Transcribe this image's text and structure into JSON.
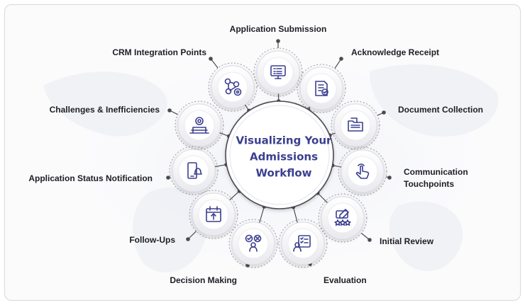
{
  "diagram": {
    "title": "Visualizing Your\nAdmissions\nWorkflow",
    "colors": {
      "accent": "#3b3f8f",
      "node_ring": "#cfcfd6",
      "line": "#4a4a52",
      "label": "#1e1e24"
    },
    "nodes": [
      {
        "label": "Application Submission",
        "icon": "monitor-checklist-icon"
      },
      {
        "label": "Acknowledge Receipt",
        "icon": "document-check-icon"
      },
      {
        "label": "Document Collection",
        "icon": "file-folder-icon"
      },
      {
        "label": "Communication\nTouchpoints",
        "icon": "touch-tap-icon"
      },
      {
        "label": "Initial Review",
        "icon": "rating-stars-icon"
      },
      {
        "label": "Evaluation",
        "icon": "presentation-checklist-icon"
      },
      {
        "label": "Decision Making",
        "icon": "decision-person-icon"
      },
      {
        "label": "Follow-Ups",
        "icon": "calendar-upload-icon"
      },
      {
        "label": "Application Status Notification",
        "icon": "phone-bell-icon"
      },
      {
        "label": "Challenges & Inefficiencies",
        "icon": "target-stack-icon"
      },
      {
        "label": "CRM Integration Points",
        "icon": "network-gear-icon"
      }
    ]
  }
}
